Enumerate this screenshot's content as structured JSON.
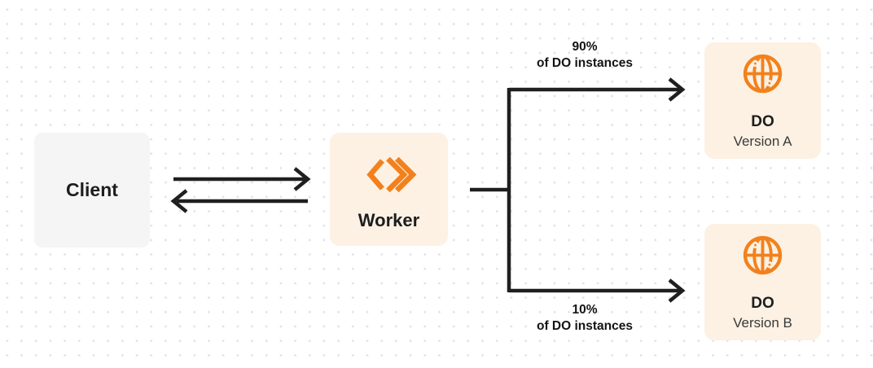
{
  "diagram": {
    "nodes": {
      "client": {
        "label": "Client"
      },
      "worker": {
        "label": "Worker",
        "icon": "workers-brackets-icon"
      },
      "do_version_a": {
        "title": "DO",
        "subtitle": "Version A",
        "icon": "globe-icon"
      },
      "do_version_b": {
        "title": "DO",
        "subtitle": "Version B",
        "icon": "globe-icon"
      }
    },
    "edges": {
      "split_top": {
        "label_line1": "90%",
        "label_line2": "of DO instances"
      },
      "split_bottom": {
        "label_line1": "10%",
        "label_line2": "of DO instances"
      }
    }
  },
  "colors": {
    "accent_orange": "#f2811d",
    "node_cream": "#fcf1e3",
    "node_gray": "#f5f5f6",
    "arrow_dark": "#1f1f1f",
    "dot_grid": "#e3e3e6"
  }
}
